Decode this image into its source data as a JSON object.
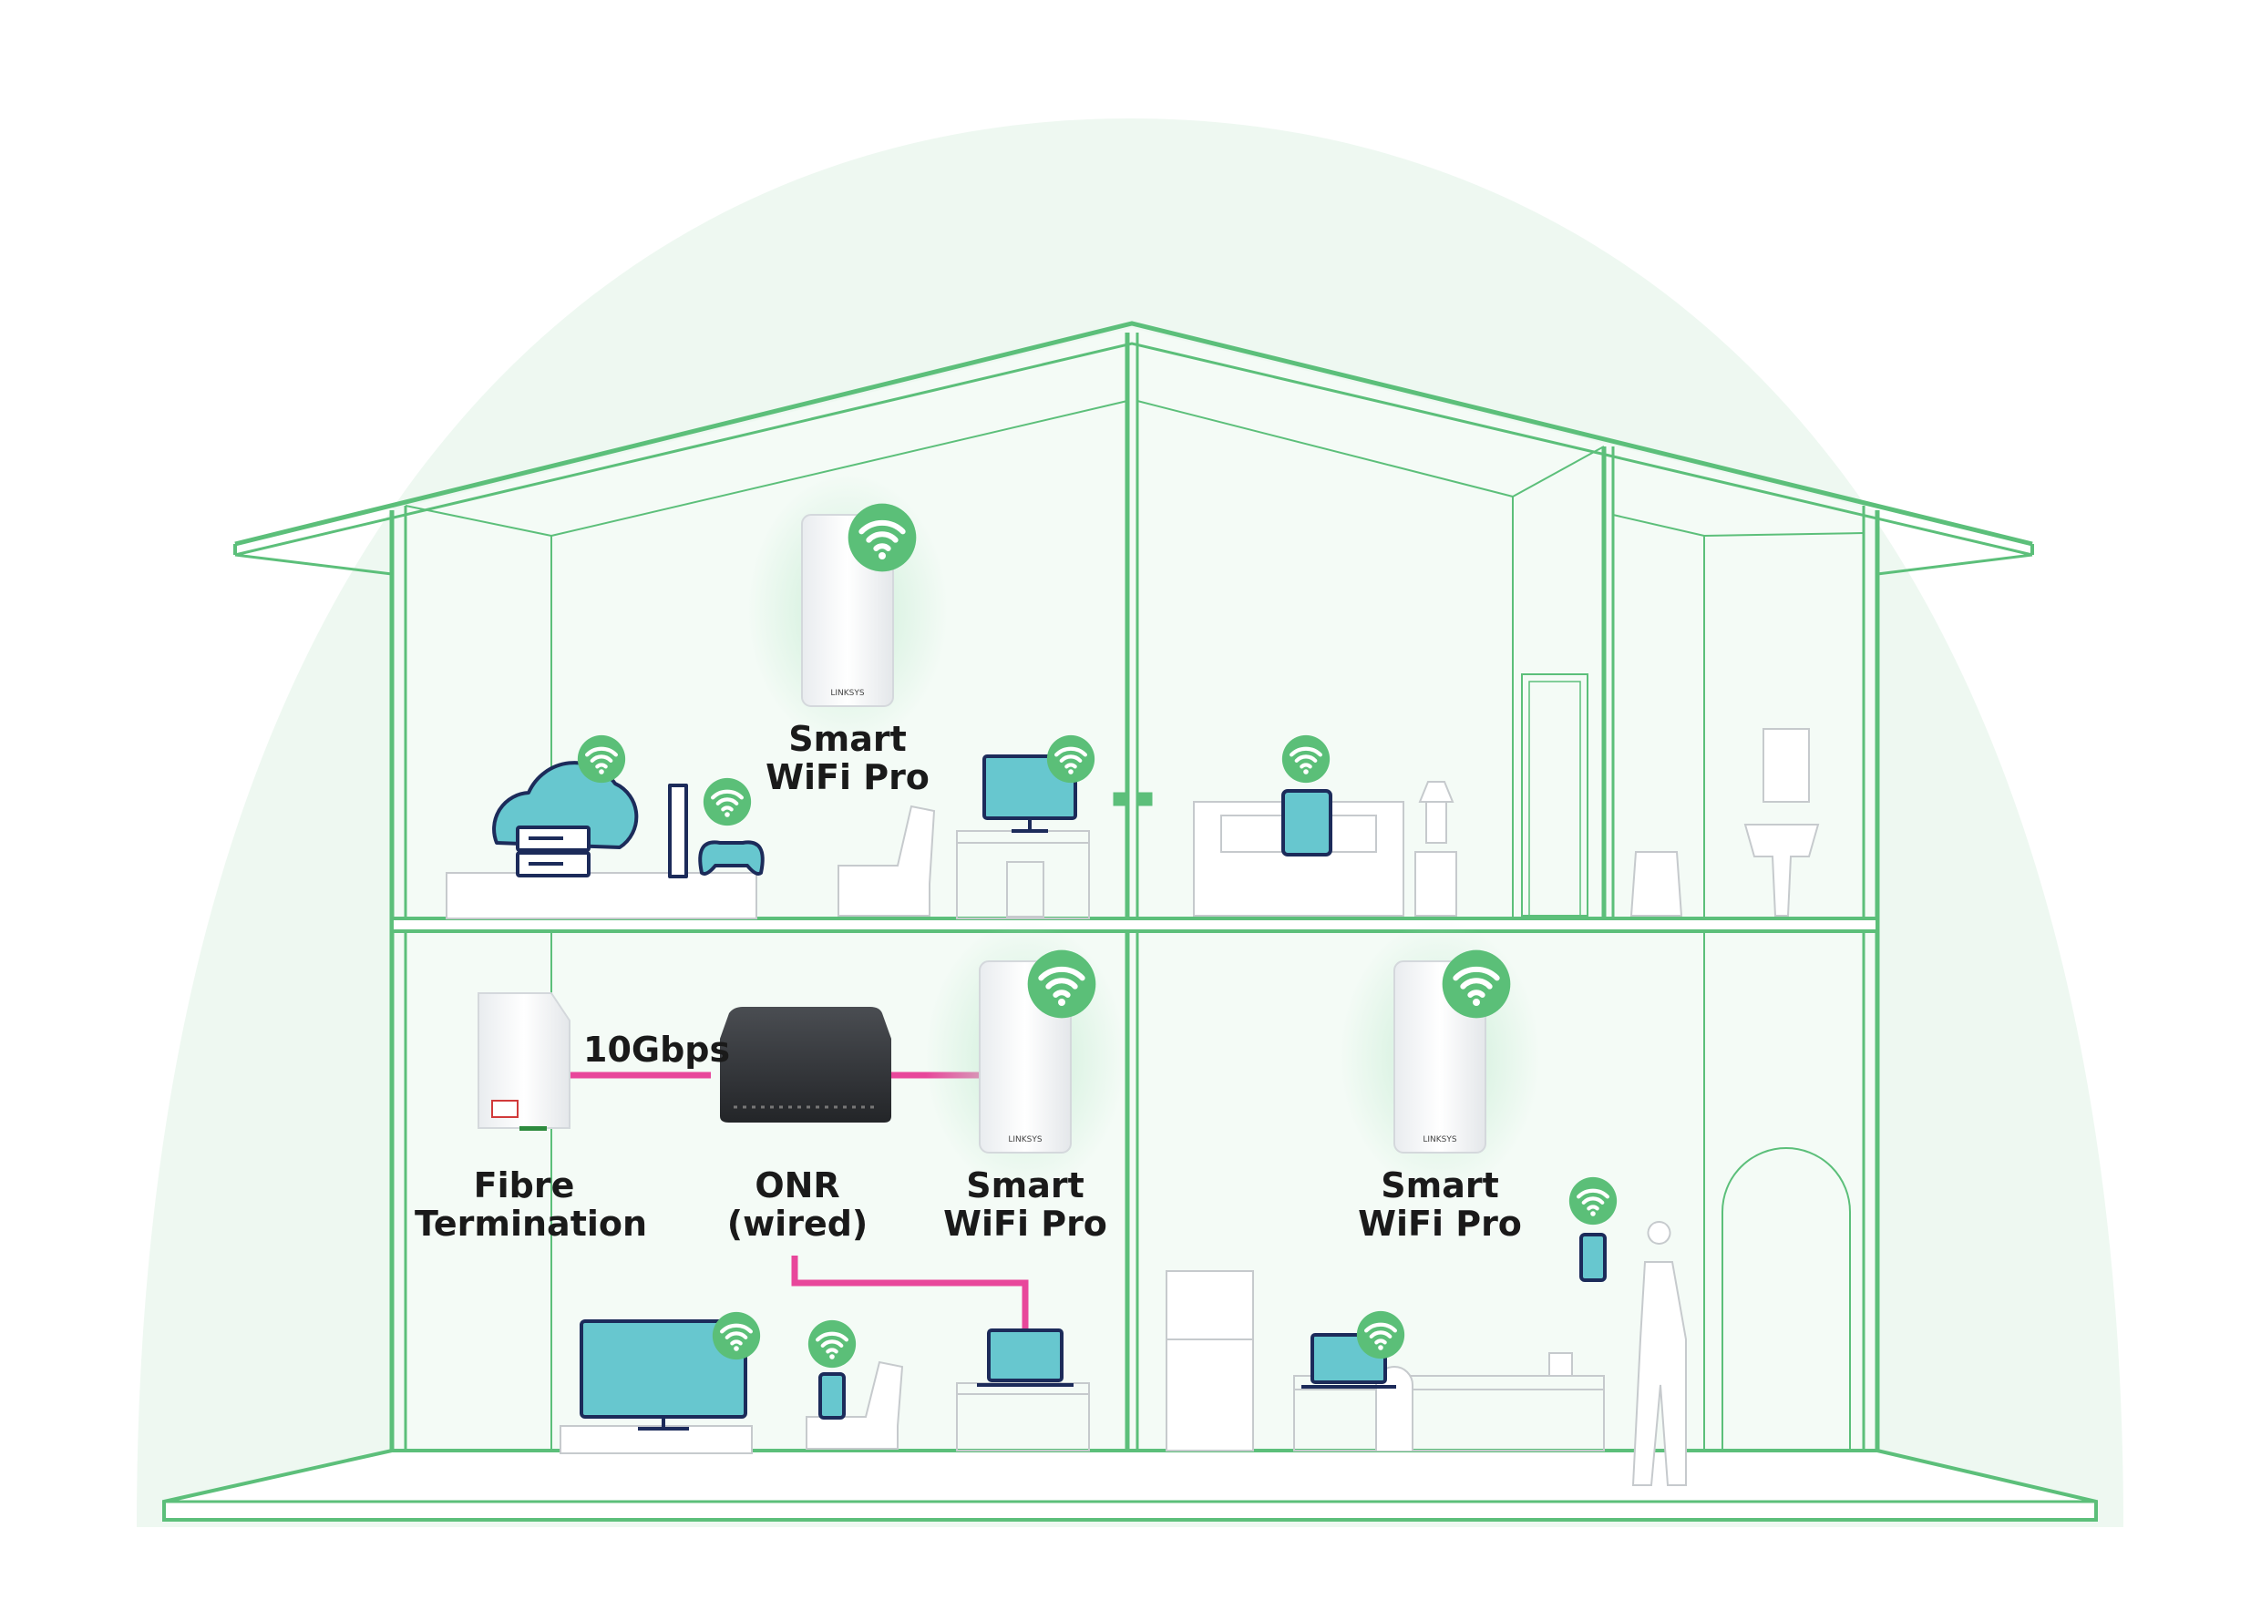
{
  "labels": {
    "upstairs_node": "Smart\nWiFi Pro",
    "fibre": "Fibre\nTermination",
    "onr": "ONR\n(wired)",
    "ground_node_left": "Smart\nWiFi Pro",
    "ground_node_right": "Smart\nWiFi Pro",
    "link_speed": "10Gbps"
  },
  "device_brand": "LINKSYS",
  "colors": {
    "house_line": "#5cbf7a",
    "house_fill": "#f0faf3",
    "halo": "#eaf6ee",
    "wifi_badge": "#5bbf78",
    "device_fill": "#67c7cf",
    "device_stroke": "#1c2b5a",
    "ethernet": "#e8479b",
    "furniture": "#c9cdd1"
  },
  "icons": [
    "wifi-icon",
    "cloud-server-icon",
    "game-controller-icon",
    "monitor-icon",
    "tablet-icon",
    "tv-icon",
    "phone-icon",
    "laptop-icon"
  ]
}
